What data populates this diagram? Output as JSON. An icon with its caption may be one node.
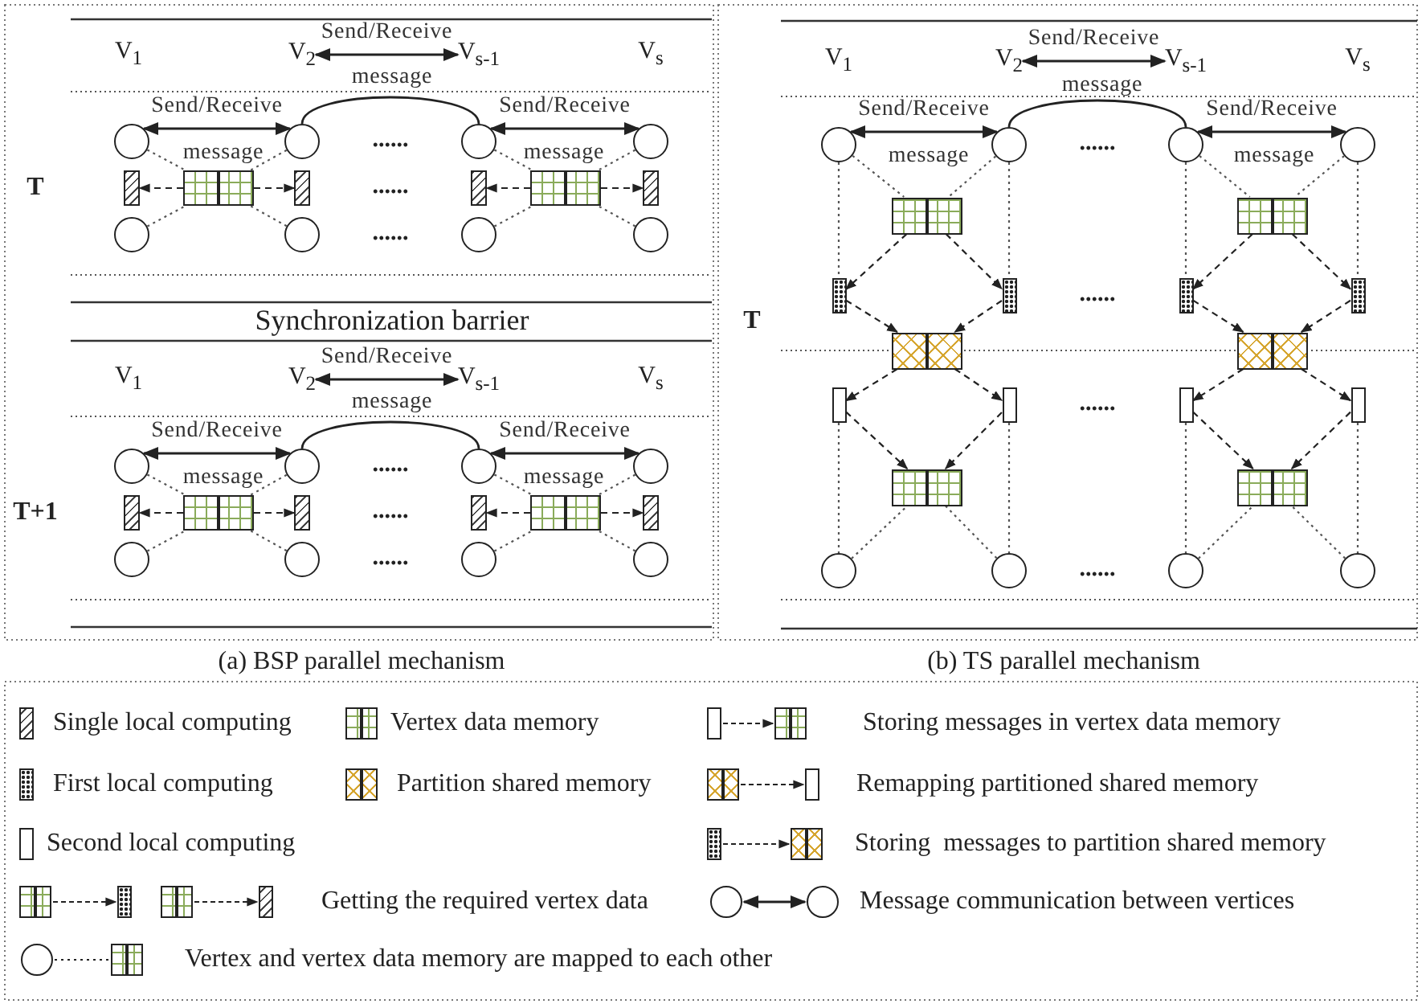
{
  "diagram": {
    "nodes": [
      {
        "text": [
          "V$_{2}$"
        ]
      },
      {
        "text": [
          "V$_{s-1}$"
        ]
      },
      {
        "text": [],
        "shape": "circle"
      },
      {
        "text": [],
        "shape": "circle"
      },
      {
        "text": [],
        "shape": "circle"
      },
      {
        "text": [],
        "shape": "circle"
      },
      {
        "text": [],
        "shape": "bar"
      },
      {
        "text": [],
        "shape": "bar"
      },
      {
        "text": [],
        "shape": "bar"
      },
      {
        "text": [],
        "shape": "bar"
      },
      {
        "text": [],
        "shape": "box"
      },
      {
        "text": [],
        "shape": "box"
      },
      {
        "text": [],
        "shape": "circle"
      },
      {
        "text": [],
        "shape": "circle"
      },
      {
        "text": [],
        "shape": "circle"
      },
      {
        "text": [],
        "shape": "circle"
      },
      {
        "text": [
          "V$_{2}$"
        ]
      },
      {
        "text": [
          "V$_{s-1}$"
        ]
      },
      {
        "text": [],
        "shape": "circle"
      },
      {
        "text": [],
        "shape": "circle"
      },
      {
        "text": [],
        "shape": "circle"
      },
      {
        "text": [],
        "shape": "circle"
      },
      {
        "text": [],
        "shape": "bar"
      },
      {
        "text": [],
        "shape": "bar"
      },
      {
        "text": [],
        "shape": "bar"
      },
      {
        "text": [],
        "shape": "bar"
      },
      {
        "text": [],
        "shape": "box"
      },
      {
        "text": [],
        "shape": "box"
      },
      {
        "text": [],
        "shape": "circle"
      },
      {
        "text": [],
        "shape": "circle"
      },
      {
        "text": [],
        "shape": "circle"
      },
      {
        "text": [],
        "shape": "circle"
      },
      {
        "text": [
          "V$_{2}$"
        ]
      },
      {
        "text": [
          "V$_{s-1}$"
        ]
      },
      {
        "text": [],
        "shape": "circle"
      },
      {
        "text": [],
        "shape": "circle"
      },
      {
        "text": [],
        "shape": "circle"
      },
      {
        "text": [],
        "shape": "circle"
      },
      {
        "text": [],
        "shape": "box"
      },
      {
        "text": [],
        "shape": "box"
      },
      {
        "text": [],
        "shape": "bar"
      },
      {
        "text": [],
        "shape": "bar"
      },
      {
        "text": [],
        "shape": "bar"
      },
      {
        "text": [],
        "shape": "bar"
      },
      {
        "text": [],
        "shape": "box"
      },
      {
        "text": [],
        "shape": "box"
      },
      {
        "text": [],
        "shape": "bar"
      },
      {
        "text": [],
        "shape": "bar"
      },
      {
        "text": [],
        "shape": "bar"
      },
      {
        "text": [],
        "shape": "bar"
      },
      {
        "text": [],
        "shape": "box"
      },
      {
        "text": [],
        "shape": "box"
      },
      {
        "text": [],
        "shape": "circle"
      },
      {
        "text": [],
        "shape": "circle"
      },
      {
        "text": [],
        "shape": "circle"
      },
      {
        "text": [],
        "shape": "circle"
      }
    ],
    "edges": [
      {
        "from": 0,
        "to": 1,
        "arrow": "both",
        "label": "Send/Receive"
      },
      {
        "from": 2,
        "to": 3,
        "arrow": "both",
        "label": "Send/Receive"
      },
      {
        "from": 3,
        "to": 4,
        "arrow": "none"
      },
      {
        "from": 4,
        "to": 5,
        "arrow": "both",
        "label": "Send/Receive"
      },
      {
        "from": 2,
        "to": 10,
        "arrow": "none",
        "style": "dashed"
      },
      {
        "from": 12,
        "to": 10,
        "arrow": "none",
        "style": "dashed"
      },
      {
        "from": 3,
        "to": 10,
        "arrow": "none",
        "style": "dashed"
      },
      {
        "from": 13,
        "to": 10,
        "arrow": "none",
        "style": "dashed"
      },
      {
        "from": 4,
        "to": 11,
        "arrow": "none",
        "style": "dashed"
      },
      {
        "from": 14,
        "to": 11,
        "arrow": "none",
        "style": "dashed"
      },
      {
        "from": 5,
        "to": 11,
        "arrow": "none",
        "style": "dashed"
      },
      {
        "from": 15,
        "to": 11,
        "arrow": "none",
        "style": "dashed"
      },
      {
        "from": 10,
        "to": 6,
        "arrow": "to",
        "style": "dashed"
      },
      {
        "from": 10,
        "to": 7,
        "arrow": "to",
        "style": "dashed"
      },
      {
        "from": 11,
        "to": 8,
        "arrow": "to",
        "style": "dashed"
      },
      {
        "from": 11,
        "to": 9,
        "arrow": "to",
        "style": "dashed"
      },
      {
        "from": 16,
        "to": 17,
        "arrow": "both",
        "label": "Send/Receive"
      },
      {
        "from": 18,
        "to": 19,
        "arrow": "both",
        "label": "Send/Receive"
      },
      {
        "from": 19,
        "to": 20,
        "arrow": "none"
      },
      {
        "from": 20,
        "to": 21,
        "arrow": "both",
        "label": "Send/Receive"
      },
      {
        "from": 18,
        "to": 26,
        "arrow": "none",
        "style": "dashed"
      },
      {
        "from": 28,
        "to": 26,
        "arrow": "none",
        "style": "dashed"
      },
      {
        "from": 19,
        "to": 26,
        "arrow": "none",
        "style": "dashed"
      },
      {
        "from": 29,
        "to": 26,
        "arrow": "none",
        "style": "dashed"
      },
      {
        "from": 20,
        "to": 27,
        "arrow": "none",
        "style": "dashed"
      },
      {
        "from": 30,
        "to": 27,
        "arrow": "none",
        "style": "dashed"
      },
      {
        "from": 21,
        "to": 27,
        "arrow": "none",
        "style": "dashed"
      },
      {
        "from": 31,
        "to": 27,
        "arrow": "none",
        "style": "dashed"
      },
      {
        "from": 26,
        "to": 22,
        "arrow": "to",
        "style": "dashed"
      },
      {
        "from": 26,
        "to": 23,
        "arrow": "to",
        "style": "dashed"
      },
      {
        "from": 27,
        "to": 24,
        "arrow": "to",
        "style": "dashed"
      },
      {
        "from": 27,
        "to": 25,
        "arrow": "to",
        "style": "dashed"
      },
      {
        "from": 32,
        "to": 33,
        "arrow": "both",
        "label": "Send/Receive"
      },
      {
        "from": 34,
        "to": 35,
        "arrow": "both",
        "label": "Send/Receive"
      },
      {
        "from": 35,
        "to": 36,
        "arrow": "none"
      },
      {
        "from": 36,
        "to": 37,
        "arrow": "both",
        "label": "Send/Receive"
      },
      {
        "from": 34,
        "to": 40,
        "arrow": "none",
        "style": "dashed"
      },
      {
        "from": 35,
        "to": 41,
        "arrow": "none",
        "style": "dashed"
      },
      {
        "from": 36,
        "to": 42,
        "arrow": "none",
        "style": "dashed"
      },
      {
        "from": 37,
        "to": 43,
        "arrow": "none",
        "style": "dashed"
      },
      {
        "from": 46,
        "to": 52,
        "arrow": "none",
        "style": "dashed"
      },
      {
        "from": 47,
        "to": 53,
        "arrow": "none",
        "style": "dashed"
      },
      {
        "from": 48,
        "to": 54,
        "arrow": "none",
        "style": "dashed"
      },
      {
        "from": 49,
        "to": 55,
        "arrow": "none",
        "style": "dashed"
      },
      {
        "from": 34,
        "to": 38,
        "arrow": "none",
        "style": "dashed"
      },
      {
        "from": 35,
        "to": 38,
        "arrow": "none",
        "style": "dashed"
      },
      {
        "from": 36,
        "to": 39,
        "arrow": "none",
        "style": "dashed"
      },
      {
        "from": 37,
        "to": 39,
        "arrow": "none",
        "style": "dashed"
      },
      {
        "from": 52,
        "to": 50,
        "arrow": "none",
        "style": "dashed"
      },
      {
        "from": 53,
        "to": 50,
        "arrow": "none",
        "style": "dashed"
      },
      {
        "from": 54,
        "to": 51,
        "arrow": "none",
        "style": "dashed"
      },
      {
        "from": 55,
        "to": 51,
        "arrow": "none",
        "style": "dashed"
      },
      {
        "from": 38,
        "to": 40,
        "arrow": "to",
        "style": "dashed"
      },
      {
        "from": 38,
        "to": 41,
        "arrow": "to",
        "style": "dashed"
      },
      {
        "from": 39,
        "to": 42,
        "arrow": "to",
        "style": "dashed"
      },
      {
        "from": 39,
        "to": 43,
        "arrow": "to",
        "style": "dashed"
      },
      {
        "from": 40,
        "to": 44,
        "arrow": "to",
        "style": "dashed"
      },
      {
        "from": 41,
        "to": 44,
        "arrow": "to",
        "style": "dashed"
      },
      {
        "from": 42,
        "to": 45,
        "arrow": "to",
        "style": "dashed"
      },
      {
        "from": 43,
        "to": 45,
        "arrow": "to",
        "style": "dashed"
      },
      {
        "from": 44,
        "to": 46,
        "arrow": "to",
        "style": "dashed"
      },
      {
        "from": 44,
        "to": 47,
        "arrow": "to",
        "style": "dashed"
      },
      {
        "from": 45,
        "to": 48,
        "arrow": "to",
        "style": "dashed"
      },
      {
        "from": 45,
        "to": 49,
        "arrow": "to",
        "style": "dashed"
      },
      {
        "from": 46,
        "to": 50,
        "arrow": "to",
        "style": "dashed"
      },
      {
        "from": 47,
        "to": 50,
        "arrow": "to",
        "style": "dashed"
      },
      {
        "from": 48,
        "to": 51,
        "arrow": "to",
        "style": "dashed"
      },
      {
        "from": 49,
        "to": 51,
        "arrow": "to",
        "style": "dashed"
      }
    ],
    "labels": [
      "V$_{1}$",
      "V$_{s}$",
      "message",
      "message",
      "message",
      "T",
      "......",
      "......",
      "......",
      "Synchronization barrier",
      "V$_{1}$",
      "V$_{s}$",
      "message",
      "message",
      "message",
      "T+1",
      "......",
      "......",
      "......",
      "V$_{1}$",
      "V$_{s}$",
      "message",
      "message",
      "message",
      "......",
      "......",
      "T",
      "......",
      "......",
      "(a) BSP parallel mechanism",
      "(b) TS parallel mechanism"
    ],
    "legend": [
      {
        "text": "Single local computing"
      },
      {
        "text": "Vertex data memory"
      },
      {
        "text": "Storing messages in vertex data memory"
      },
      {
        "text": "First local computing"
      },
      {
        "text": "Partition shared memory"
      },
      {
        "text": "Remapping partitioned shared memory"
      },
      {
        "text": "Second local computing"
      },
      {
        "text": "Storing  messages to partition shared memory"
      },
      {
        "text": "Getting the required vertex data"
      },
      {
        "text": "Message communication between vertices"
      },
      {
        "text": "Vertex and vertex data memory are mapped to each other"
      }
    ]
  }
}
